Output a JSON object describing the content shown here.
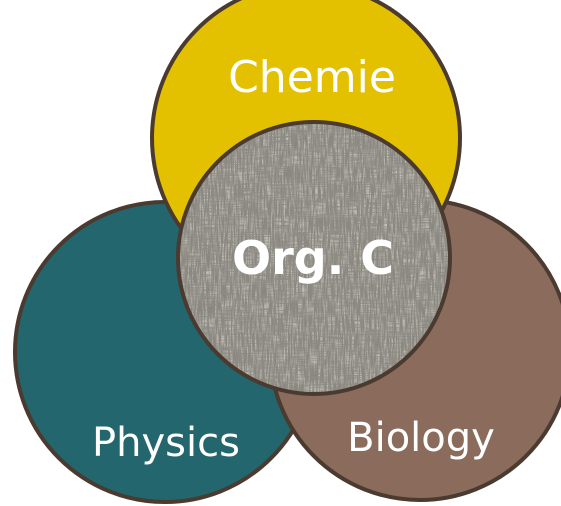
{
  "diagram": {
    "type": "venn",
    "circles": [
      {
        "id": "chemistry",
        "label": "Chemie",
        "color": "#E3C100"
      },
      {
        "id": "physics",
        "label": "Physics",
        "color": "#23666D"
      },
      {
        "id": "biology",
        "label": "Biology",
        "color": "#8A6B5C"
      }
    ],
    "center": {
      "label": "Org. C",
      "texture": "soil-litter-photo"
    },
    "outline_color": "#4A3A30"
  }
}
